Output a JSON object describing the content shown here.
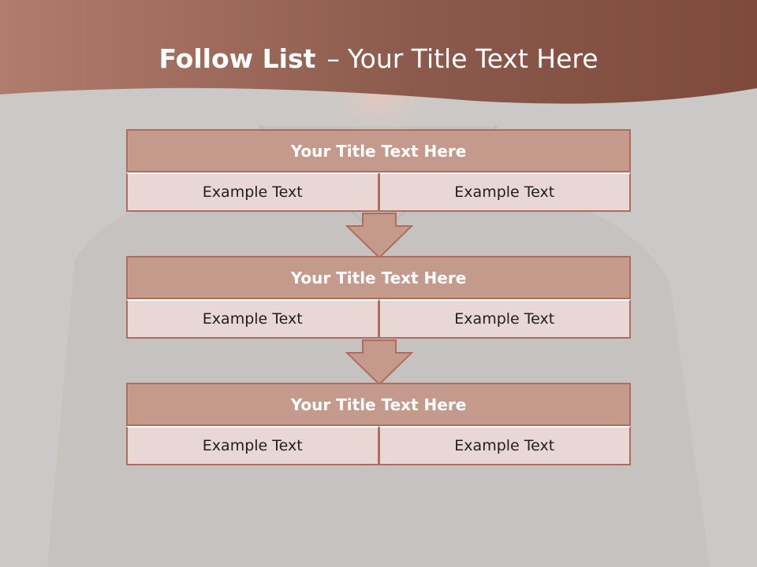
{
  "slide": {
    "title_bold": "Follow List",
    "title_sep": "–",
    "title_rest": "Your Title Text Here"
  },
  "steps": [
    {
      "title": "Your Title Text Here",
      "left": "Example Text",
      "right": "Example Text"
    },
    {
      "title": "Your Title Text Here",
      "left": "Example Text",
      "right": "Example Text"
    },
    {
      "title": "Your Title Text Here",
      "left": "Example Text",
      "right": "Example Text"
    }
  ],
  "colors": {
    "banner": "#a06a5a",
    "header_fill": "#c49a8d",
    "cell_fill": "#e9d7d5",
    "border": "#b06d5e",
    "background": "#cbc9c7"
  }
}
